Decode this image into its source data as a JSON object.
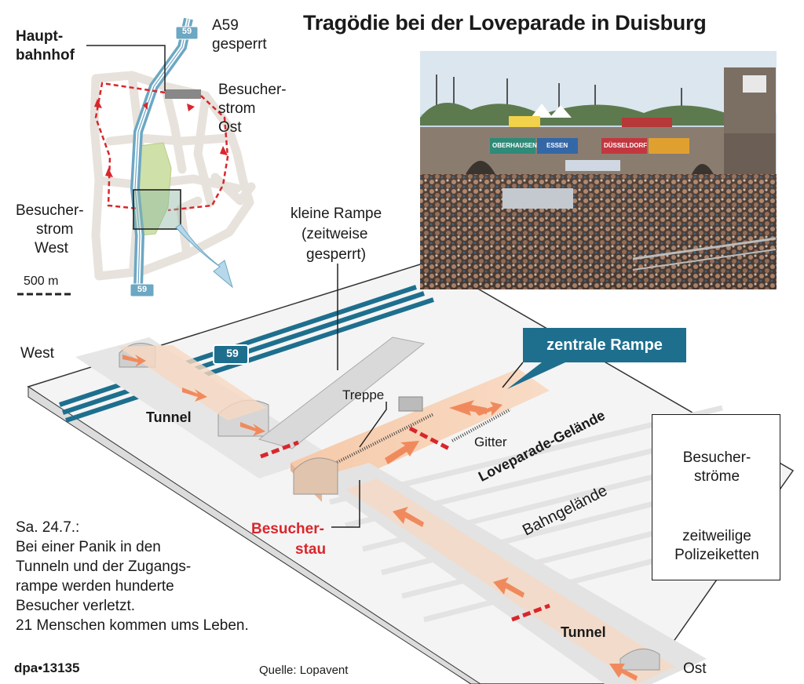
{
  "title": "Tragödie bei der Loveparade in Duisburg",
  "map": {
    "hbf_line1": "Haupt-",
    "hbf_line2": "bahnhof",
    "a59_line1": "A59",
    "a59_line2": "gesperrt",
    "ost_line1": "Besucher-",
    "ost_line2": "strom",
    "ost_line3": "Ost",
    "west_line1": "Besucher-",
    "west_line2": "strom",
    "west_line3": "West",
    "scale": "500 m",
    "shield": "59"
  },
  "scene": {
    "west": "West",
    "ost": "Ost",
    "tunnel_top": "Tunnel",
    "tunnel_bottom": "Tunnel",
    "kleine_rampe_line1": "kleine Rampe",
    "kleine_rampe_line2": "(zeitweise",
    "kleine_rampe_line3": "gesperrt)",
    "zentrale_rampe": "zentrale Rampe",
    "treppe": "Treppe",
    "gitter": "Gitter",
    "gelaende": "Loveparade-Gelände",
    "bahngelaende": "Bahngelände",
    "stau_line1": "Besucher-",
    "stau_line2": "stau",
    "shield": "59"
  },
  "photo": {
    "banners": [
      "OBERHAUSEN",
      "ESSEN",
      "DÜSSELDORF"
    ]
  },
  "legend": {
    "ströme_line1": "Besucher-",
    "ströme_line2": "ströme",
    "ketten_line1": "zeitweilige",
    "ketten_line2": "Polizeiketten"
  },
  "note": {
    "line1": "Sa. 24.7.:",
    "line2": "Bei einer Panik in den",
    "line3": "Tunneln und der Zugangs-",
    "line4": "rampe werden hunderte",
    "line5": "Besucher verletzt.",
    "line6": "21 Menschen kommen ums Leben."
  },
  "credit": "dpa•13135",
  "source": "Quelle: Lopavent",
  "colors": {
    "flow_arrow": "#f08a5d",
    "police_line": "#d9262c",
    "highway": "#1e6f8e",
    "callout": "#1e6f8e",
    "park": "#cfe0a8"
  }
}
